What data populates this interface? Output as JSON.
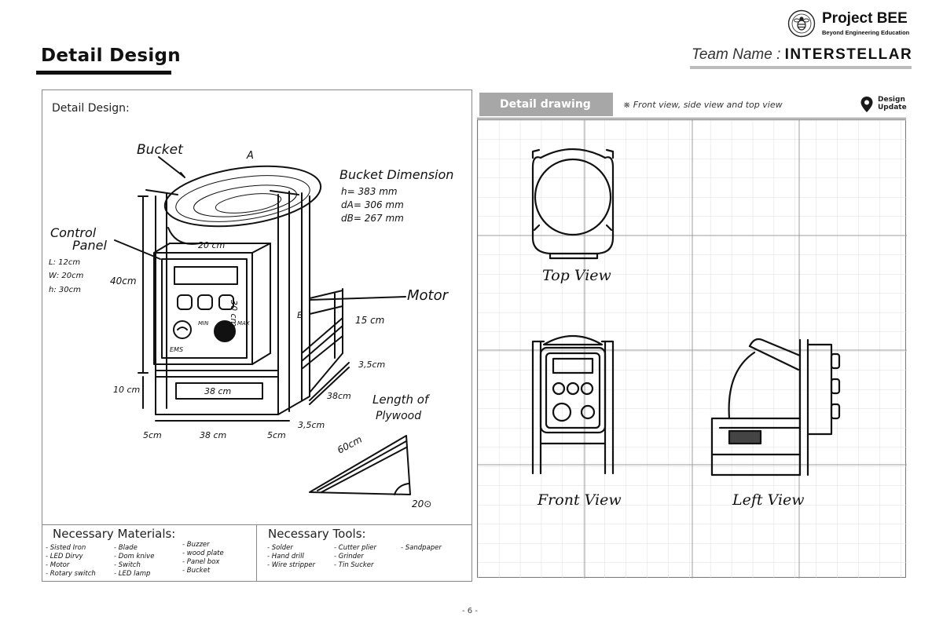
{
  "header": {
    "page_title": "Detail Design",
    "logo_name": "Project BEE",
    "logo_tagline": "Beyond Engineering Education",
    "team_label": "Team Name :",
    "team_value": "INTERSTELLAR"
  },
  "left_panel": {
    "heading": "Detail Design:",
    "sketch_labels": {
      "bucket": "Bucket",
      "point_a": "A",
      "point_b": "B",
      "bucket_dim_title": "Bucket Dimension",
      "bucket_h": "h= 383 mm",
      "bucket_da": "dA= 306 mm",
      "bucket_db": "dB= 267 mm",
      "control_panel_1": "Control",
      "control_panel_2": "Panel",
      "panel_l": "L: 12cm",
      "panel_w": "W: 20cm",
      "panel_h": "h: 30cm",
      "dim_20cm": "20 cm",
      "dim_30cm": "30 cm",
      "dim_40cm": "40cm",
      "dim_10cm": "10 cm",
      "dim_15cm": "15 cm",
      "dim_3_5cm_a": "3,5cm",
      "dim_3_5cm_b": "3,5cm",
      "dim_38cm_inner": "38 cm",
      "dim_38cm_depth": "38cm",
      "dim_5cm_l": "5cm",
      "dim_38cm_bottom": "38 cm",
      "dim_5cm_r": "5cm",
      "knob_min": "MIN",
      "knob_max": "MAX",
      "ems": "EMS",
      "motor": "Motor",
      "plywood_1": "Length of",
      "plywood_2": "Plywood",
      "dim_60cm": "60cm",
      "angle": "20⊙"
    },
    "materials": {
      "title": "Necessary Materials:",
      "col1": [
        "- Sisted Iron",
        "- LED Dirvy",
        "- Motor",
        "- Rotary switch"
      ],
      "col2": [
        "- Blade",
        "- Dom knive",
        "- Switch",
        "- LED lamp"
      ],
      "col3": [
        "- Buzzer",
        "- wood plate",
        "- Panel box",
        "- Bucket"
      ]
    },
    "tools": {
      "title": "Necessary Tools:",
      "col1": [
        "- Solder",
        "- Hand drill",
        "- Wire stripper"
      ],
      "col2": [
        "- Cutter plier",
        "- Grinder",
        "- Tin Sucker"
      ],
      "col3": [
        "- Sandpaper"
      ]
    }
  },
  "right_panel": {
    "tab_label": "Detail drawing",
    "note": "※ Front view, side view and top view",
    "update_label_1": "Design",
    "update_label_2": "Update",
    "top_view_label": "Top View",
    "front_view_label": "Front View",
    "left_view_label": "Left View"
  },
  "footer": {
    "page_number": "- 6 -"
  }
}
